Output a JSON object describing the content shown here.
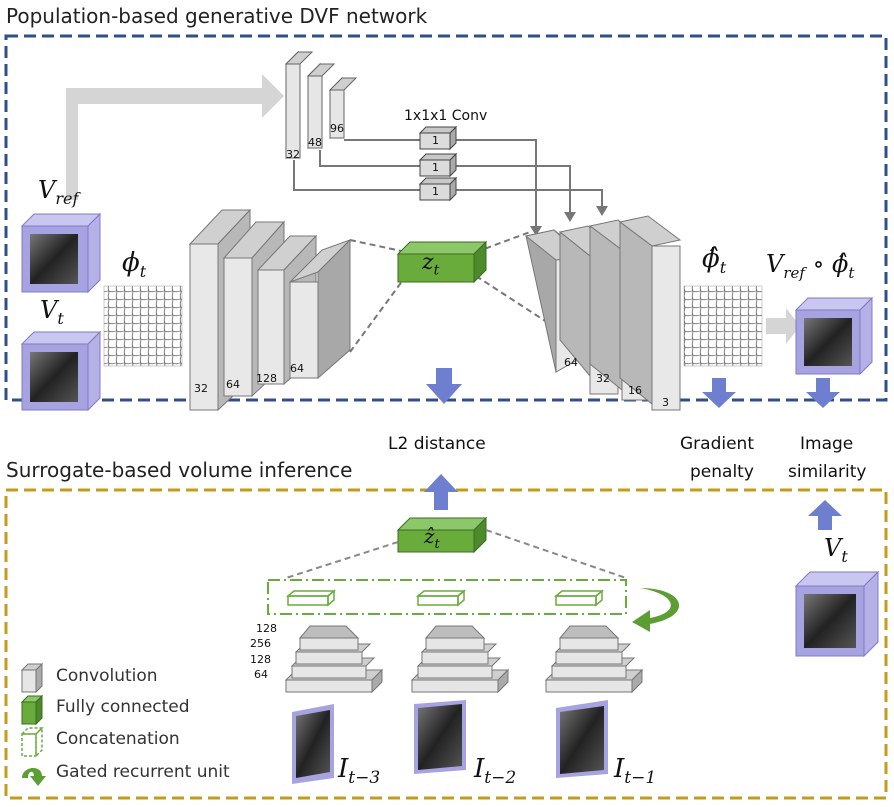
{
  "sections": {
    "top_title": "Population-based generative DVF network",
    "bottom_title": "Surrogate-based volume inference"
  },
  "math": {
    "v_ref": "V",
    "v_ref_sub": "ref",
    "v_t": "V",
    "v_t_sub": "t",
    "phi_t": "ϕ",
    "phi_t_sub": "t",
    "phi_hat_t": "ϕ̂",
    "phi_hat_t_sub": "t",
    "warped": "V",
    "warped_sub": "ref",
    "warped_op": "∘ ϕ̂",
    "warped_op_sub": "t",
    "z_t": "z",
    "z_t_sub": "t",
    "z_hat_t": "ẑ",
    "z_hat_t_sub": "t",
    "v_t_bottom": "V",
    "v_t_bottom_sub": "t",
    "i_t3": "I",
    "i_t3_sub": "t−3",
    "i_t2": "I",
    "i_t2_sub": "t−2",
    "i_t1": "I",
    "i_t1_sub": "t−1"
  },
  "labels": {
    "conv_1x1": "1x1x1 Conv",
    "one": "1",
    "l2_distance": "L2 distance",
    "gradient_penalty_1": "Gradient",
    "gradient_penalty_2": "penalty",
    "image_similarity_1": "Image",
    "image_similarity_2": "similarity"
  },
  "encoder_channels": [
    "32",
    "64",
    "128",
    "64"
  ],
  "decoder_channels": [
    "64",
    "32",
    "16",
    "3"
  ],
  "skip_channels": [
    "32",
    "48",
    "96"
  ],
  "surrogate_channels": [
    "128",
    "256",
    "128",
    "64"
  ],
  "legend": [
    {
      "icon": "convolution",
      "label": "Convolution"
    },
    {
      "icon": "fully-connected",
      "label": "Fully connected"
    },
    {
      "icon": "concatenation",
      "label": "Concatenation"
    },
    {
      "icon": "gru",
      "label": "Gated recurrent unit"
    }
  ],
  "colors": {
    "top_border": "#2f4f8a",
    "bottom_border": "#c59b1f",
    "conv_face": "#e6e6e6",
    "conv_side": "#b5b5b5",
    "fc_green": "#6aac3c",
    "arrow_blue": "#6f7fd0",
    "arrow_gray": "#d0d0d0",
    "cube_purple": "#a7a3e0"
  }
}
